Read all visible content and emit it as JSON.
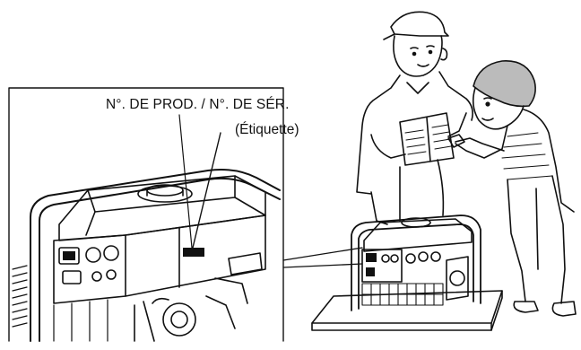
{
  "callout": {
    "title": "N°. DE PROD. / N°. DE SÉR.",
    "subtitle": "(Étiquette)"
  },
  "illustration": {
    "subject": "Inverter generator with product/serial number label location",
    "label_color": "#000000"
  }
}
